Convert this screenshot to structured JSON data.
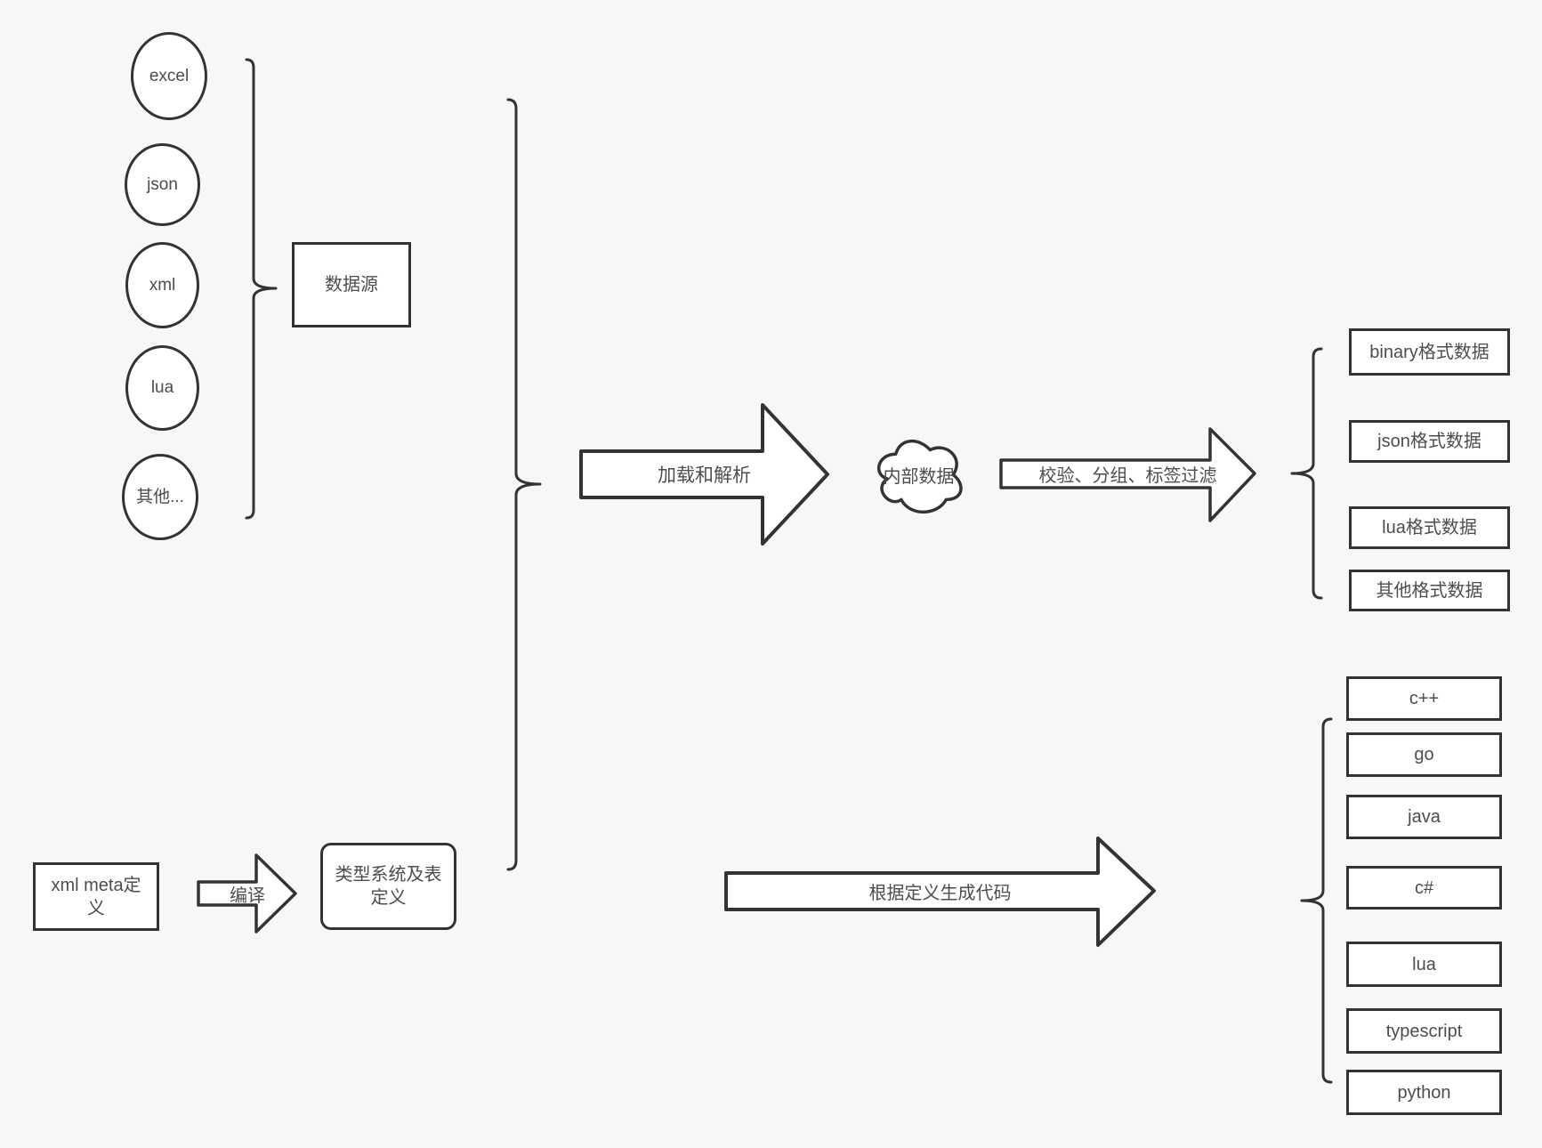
{
  "colors": {
    "background": "#f7f7f7",
    "stroke": "#333333",
    "text": "#4d4d4d",
    "shape_fill": "#ffffff"
  },
  "sources": {
    "items": [
      "excel",
      "json",
      "xml",
      "lua",
      "其他..."
    ],
    "group_label": "数据源"
  },
  "meta": {
    "xml_meta_label": "xml meta定义",
    "compile_label": "编译",
    "type_system_label": "类型系统及表定义"
  },
  "pipeline": {
    "load_parse_label": "加载和解析",
    "internal_data_label": "内部数据",
    "filter_label": "校验、分组、标签过滤",
    "generate_code_label": "根据定义生成代码"
  },
  "outputs": {
    "formats": [
      "binary格式数据",
      "json格式数据",
      "lua格式数据",
      "其他格式数据"
    ],
    "languages": [
      "c++",
      "go",
      "java",
      "c#",
      "lua",
      "typescript",
      "python"
    ]
  }
}
